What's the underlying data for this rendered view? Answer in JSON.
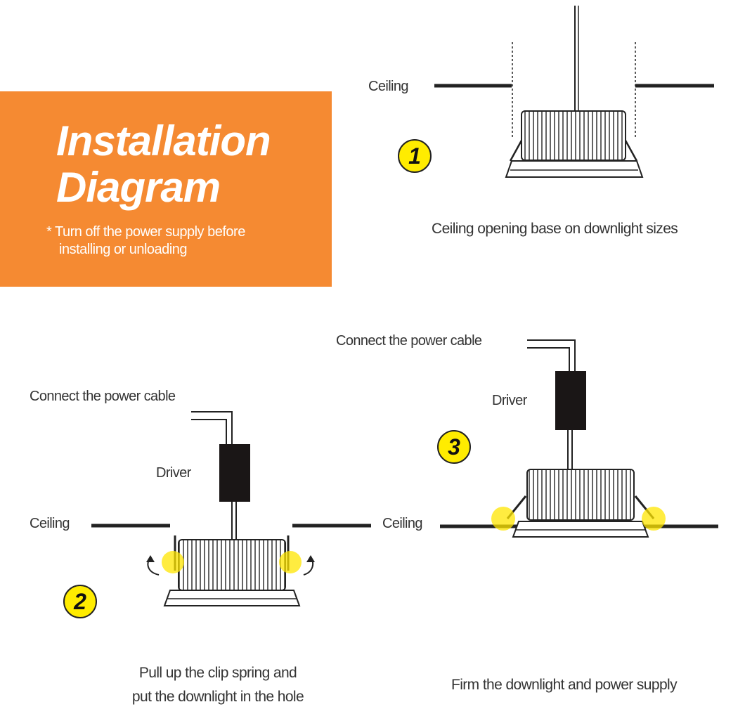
{
  "banner": {
    "title_line1": "Installation",
    "title_line2": "Diagram",
    "note_line1": "* Turn off the power supply before",
    "note_line2": "installing or unloading"
  },
  "step1": {
    "number": "1",
    "ceiling_label": "Ceiling",
    "caption": "Ceiling opening base on downlight sizes"
  },
  "step2": {
    "number": "2",
    "cable_label": "Connect the power cable",
    "driver_label": "Driver",
    "ceiling_label": "Ceiling",
    "caption_line1": "Pull up the clip spring and",
    "caption_line2": "put the downlight in the hole"
  },
  "step3": {
    "number": "3",
    "cable_label": "Connect the power cable",
    "driver_label": "Driver",
    "ceiling_label": "Ceiling",
    "caption": "Firm the downlight and power supply"
  },
  "colors": {
    "banner": "#f58a32",
    "step_badge": "#ffec00",
    "highlight": "#ffe600",
    "line": "#222222"
  }
}
